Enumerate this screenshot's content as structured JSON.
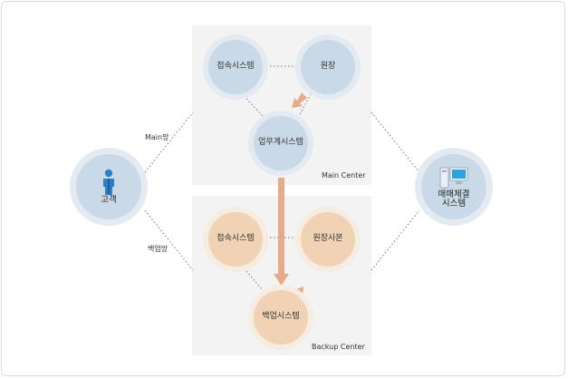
{
  "networks": {
    "main": "Main망",
    "backup": "백업망"
  },
  "centers": {
    "main": "Main Center",
    "backup": "Backup Center"
  },
  "nodes": {
    "customer": "고객",
    "main_access": "접속시스템",
    "main_wonjang": "원장",
    "main_business": "업무계시스템",
    "backup_access": "접속시스템",
    "backup_wonjang": "원장사본",
    "backup_system": "백업시스템",
    "trading_line1": "매매체결",
    "trading_line2": "시스템"
  },
  "colors": {
    "blue_ring": "#e3eaf1",
    "blue_fill": "#c9d9e7",
    "orange_ring": "#f7ece1",
    "orange_fill": "#f0d2b4",
    "arrow": "#e6ab88",
    "panel": "#f3f3f3"
  },
  "icons": {
    "customer": "person-icon",
    "trading": "computer-icon"
  }
}
